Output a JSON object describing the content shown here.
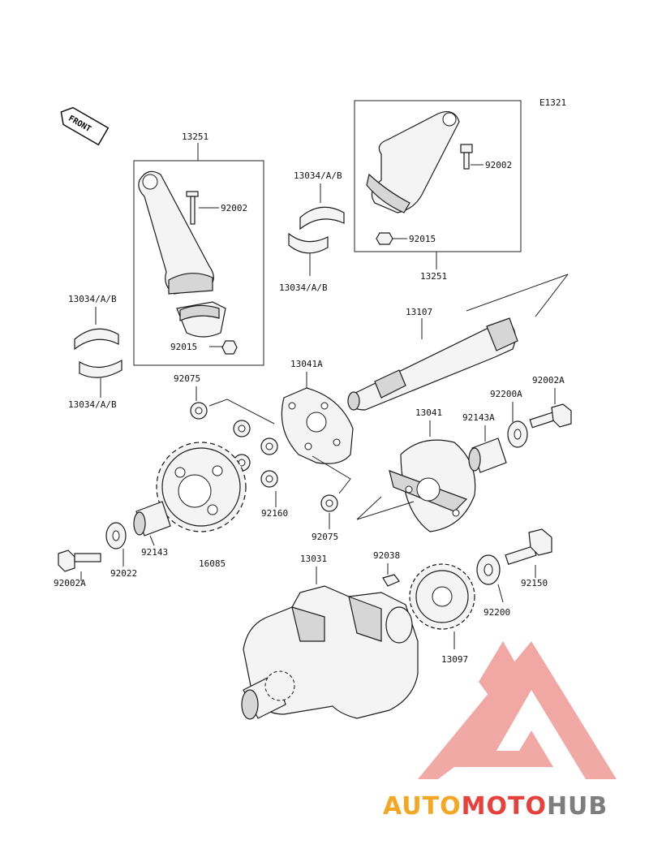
{
  "diagram": {
    "code": "E1321",
    "front_label": "FRONT"
  },
  "parts": {
    "p13251_left": "13251",
    "p92002_left": "92002",
    "p92015_left": "92015",
    "p13034_a": "13034/A/B",
    "p13034_b": "13034/A/B",
    "p13034_c": "13034/A/B",
    "p13034_d": "13034/A/B",
    "p13251_right": "13251",
    "p92002_right": "92002",
    "p92015_right": "92015",
    "p13107": "13107",
    "p13041A": "13041A",
    "p92075_top": "92075",
    "p92075_bottom": "92075",
    "p92160": "92160",
    "p13041": "13041",
    "p92143A": "92143A",
    "p92200A": "92200A",
    "p92002A_right": "92002A",
    "p92002A_left": "92002A",
    "p92022": "92022",
    "p92143": "92143",
    "p16085": "16085",
    "p13031": "13031",
    "p92038": "92038",
    "p92150": "92150",
    "p92200": "92200",
    "p13097": "13097"
  },
  "watermark": {
    "auto": "AUTO",
    "moto": "MOTO",
    "hub": "HUB",
    "colors": {
      "orange": "#f5a623",
      "red": "#e8403a",
      "gray": "#7d7d7d",
      "triangle": "#ef9a96"
    }
  }
}
